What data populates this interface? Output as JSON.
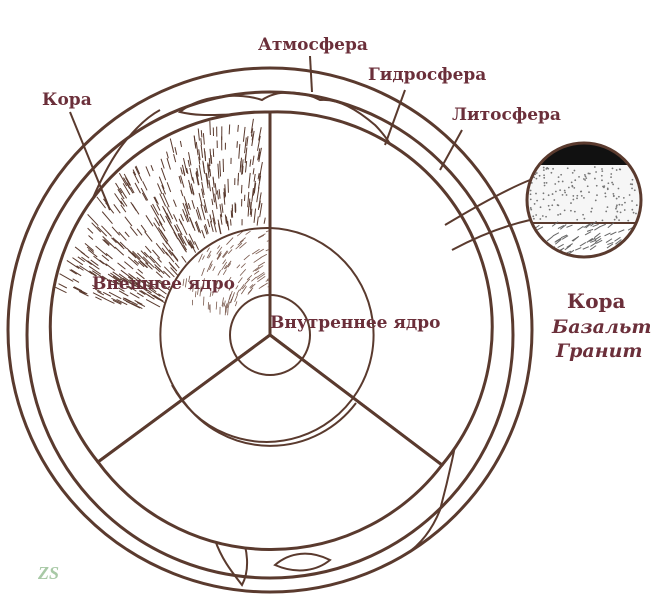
{
  "labels": {
    "atmosphere": "Атмосфера",
    "hydrosphere": "Гидросфера",
    "lithosphere": "Литосфера",
    "crust": "Кора",
    "outer_core": "Внешнее ядро",
    "inner_core": "Внутреннее ядро",
    "crust_inset": "Кора",
    "basalt": "Базальт",
    "granite": "Гранит"
  },
  "watermark": "ZS",
  "colors": {
    "line": "#5a3a2e",
    "label": "#6b2f3a",
    "background": "#ffffff"
  }
}
